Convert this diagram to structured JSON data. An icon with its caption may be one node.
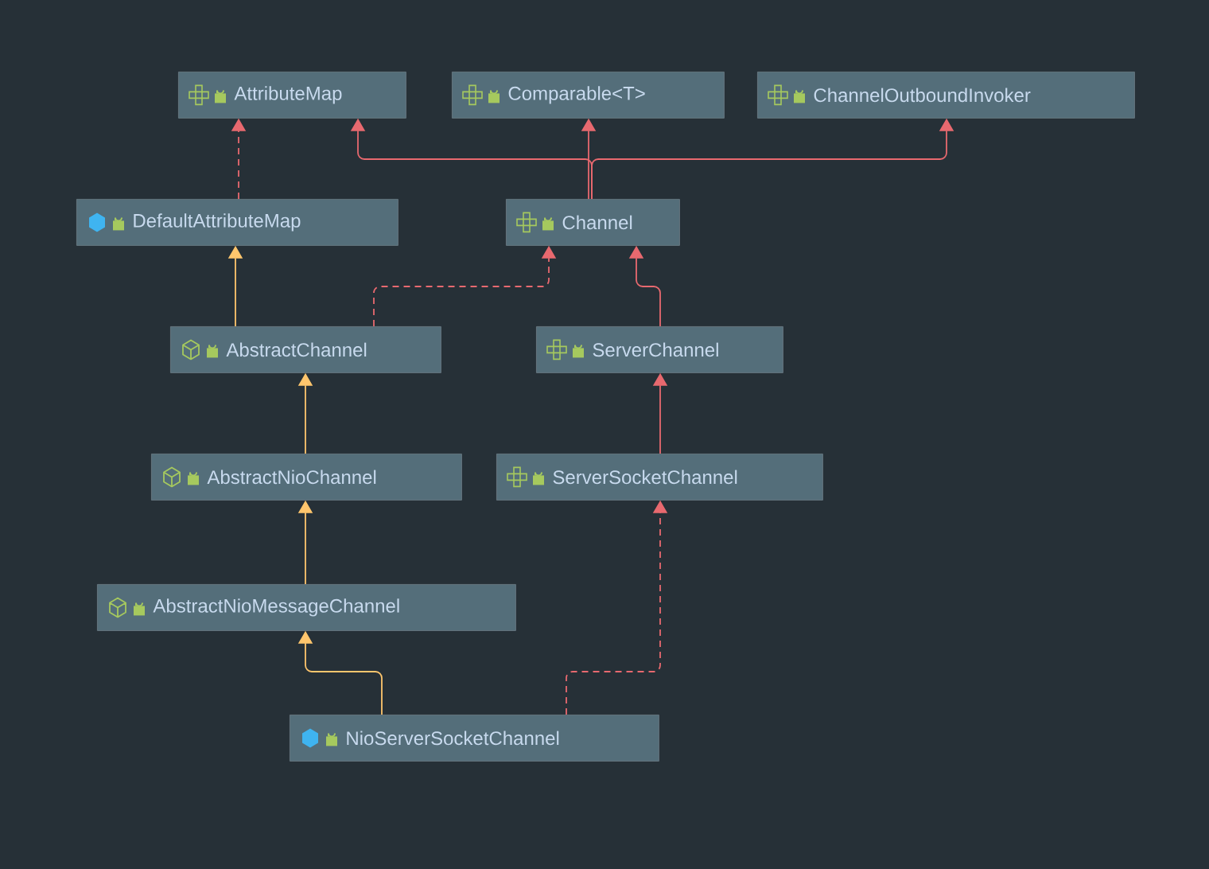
{
  "diagram": {
    "nodes": [
      {
        "text": [
          "AttributeMap"
        ]
      },
      {
        "text": [
          "Comparable<T>"
        ]
      },
      {
        "text": [
          "ChannelOutboundInvoker"
        ]
      },
      {
        "text": [
          "DefaultAttributeMap"
        ]
      },
      {
        "text": [
          "Channel"
        ]
      },
      {
        "text": [
          "AbstractChannel"
        ]
      },
      {
        "text": [
          "ServerChannel"
        ]
      },
      {
        "text": [
          "AbstractNioChannel"
        ]
      },
      {
        "text": [
          "ServerSocketChannel"
        ]
      },
      {
        "text": [
          "AbstractNioMessageChannel"
        ]
      },
      {
        "text": [
          "NioServerSocketChannel"
        ]
      }
    ],
    "edges": [
      {
        "from": 3,
        "to": 0,
        "arrow": "to",
        "style": "dashed"
      },
      {
        "from": 4,
        "to": 0,
        "arrow": "to"
      },
      {
        "from": 4,
        "to": 1,
        "arrow": "to"
      },
      {
        "from": 4,
        "to": 2,
        "arrow": "to"
      },
      {
        "from": 5,
        "to": 3,
        "arrow": "to",
        "color": "#ffc66d"
      },
      {
        "from": 5,
        "to": 4,
        "arrow": "to",
        "style": "dashed"
      },
      {
        "from": 6,
        "to": 4,
        "arrow": "to"
      },
      {
        "from": 8,
        "to": 6,
        "arrow": "to"
      },
      {
        "from": 7,
        "to": 5,
        "arrow": "to",
        "color": "#ffc66d"
      },
      {
        "from": 9,
        "to": 7,
        "arrow": "to",
        "color": "#ffc66d"
      },
      {
        "from": 10,
        "to": 9,
        "arrow": "to",
        "color": "#ffc66d"
      },
      {
        "from": 10,
        "to": 8,
        "arrow": "to",
        "style": "dashed"
      }
    ]
  }
}
